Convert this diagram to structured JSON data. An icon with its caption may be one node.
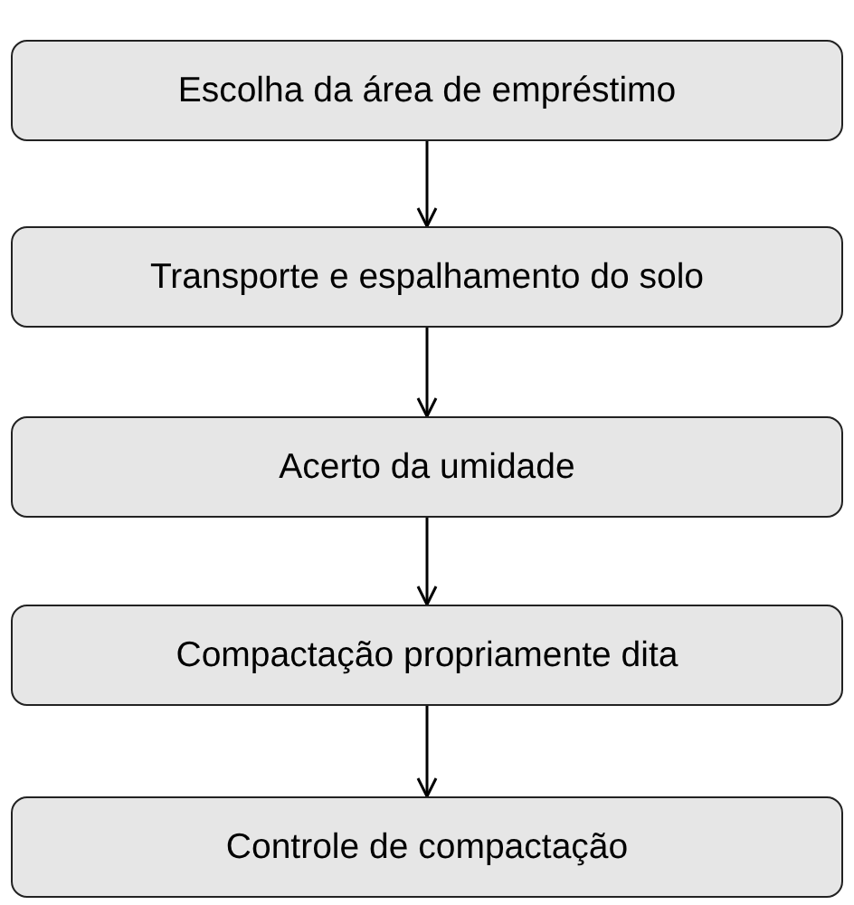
{
  "diagram": {
    "nodes": [
      {
        "text": [
          "Escolha da área de empréstimo"
        ]
      },
      {
        "text": [
          "Transporte e espalhamento do solo"
        ]
      },
      {
        "text": [
          "Acerto da umidade"
        ]
      },
      {
        "text": [
          "Compactação propriamente dita"
        ]
      },
      {
        "text": [
          "Controle de compactação"
        ]
      }
    ],
    "edges": [
      {
        "from": 0,
        "to": 1,
        "arrow": "to"
      },
      {
        "from": 1,
        "to": 2,
        "arrow": "to"
      },
      {
        "from": 2,
        "to": 3,
        "arrow": "to"
      },
      {
        "from": 3,
        "to": 4,
        "arrow": "to"
      }
    ]
  }
}
